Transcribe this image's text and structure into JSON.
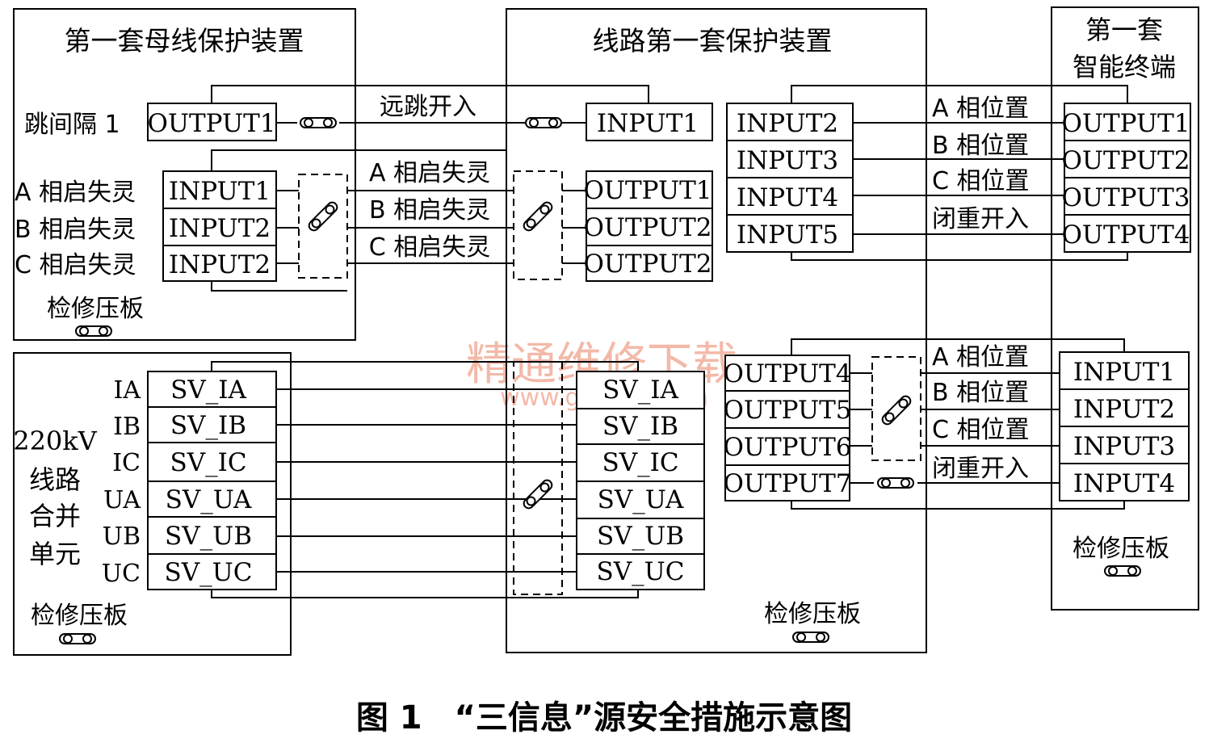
{
  "bus_device": {
    "title": "第一套母线保护装置",
    "trip_label": "跳间隔 1",
    "trip_output": "OUTPUT1",
    "phase_labels": [
      "A 相启失灵",
      "B 相启失灵",
      "C 相启失灵"
    ],
    "inputs": [
      "INPUT1",
      "INPUT2",
      "INPUT2"
    ],
    "maint_plate": "检修压板"
  },
  "line_device": {
    "title": "线路第一套保护装置",
    "input1": "INPUT1",
    "outputs_a": [
      "OUTPUT1",
      "OUTPUT2",
      "OUTPUT2"
    ],
    "inputs_b": [
      "INPUT2",
      "INPUT3",
      "INPUT4",
      "INPUT5"
    ],
    "sv": [
      "SV_IA",
      "SV_IB",
      "SV_IC",
      "SV_UA",
      "SV_UB",
      "SV_UC"
    ],
    "outputs_b": [
      "OUTPUT4",
      "OUTPUT5",
      "OUTPUT6",
      "OUTPUT7"
    ],
    "maint_plate": "检修压板"
  },
  "smart_terminal": {
    "title_line1": "第一套",
    "title_line2": "智能终端",
    "outputs": [
      "OUTPUT1",
      "OUTPUT2",
      "OUTPUT3",
      "OUTPUT4"
    ],
    "inputs": [
      "INPUT1",
      "INPUT2",
      "INPUT3",
      "INPUT4"
    ],
    "maint_plate": "检修压板"
  },
  "merging_unit": {
    "title_lines": [
      "220kV",
      "线路",
      "合并",
      "单元"
    ],
    "channel_labels": [
      "IA",
      "IB",
      "IC",
      "UA",
      "UB",
      "UC"
    ],
    "sv": [
      "SV_IA",
      "SV_IB",
      "SV_IC",
      "SV_UA",
      "SV_UB",
      "SV_UC"
    ],
    "maint_plate": "检修压板"
  },
  "links": {
    "remote_trip": "远跳开入",
    "breaker_fail": [
      "A 相启失灵",
      "B 相启失灵",
      "C 相启失灵"
    ],
    "position_top": [
      "A 相位置",
      "B 相位置",
      "C 相位置",
      "闭重开入"
    ],
    "position_bottom": [
      "A 相位置",
      "B 相位置",
      "C 相位置",
      "闭重开入"
    ]
  },
  "watermark": {
    "line1": "精通维修下载",
    "line2": "www.gzweix.com",
    "color": "#f3b9a8"
  },
  "caption": "图 1　“三信息”源安全措施示意图"
}
